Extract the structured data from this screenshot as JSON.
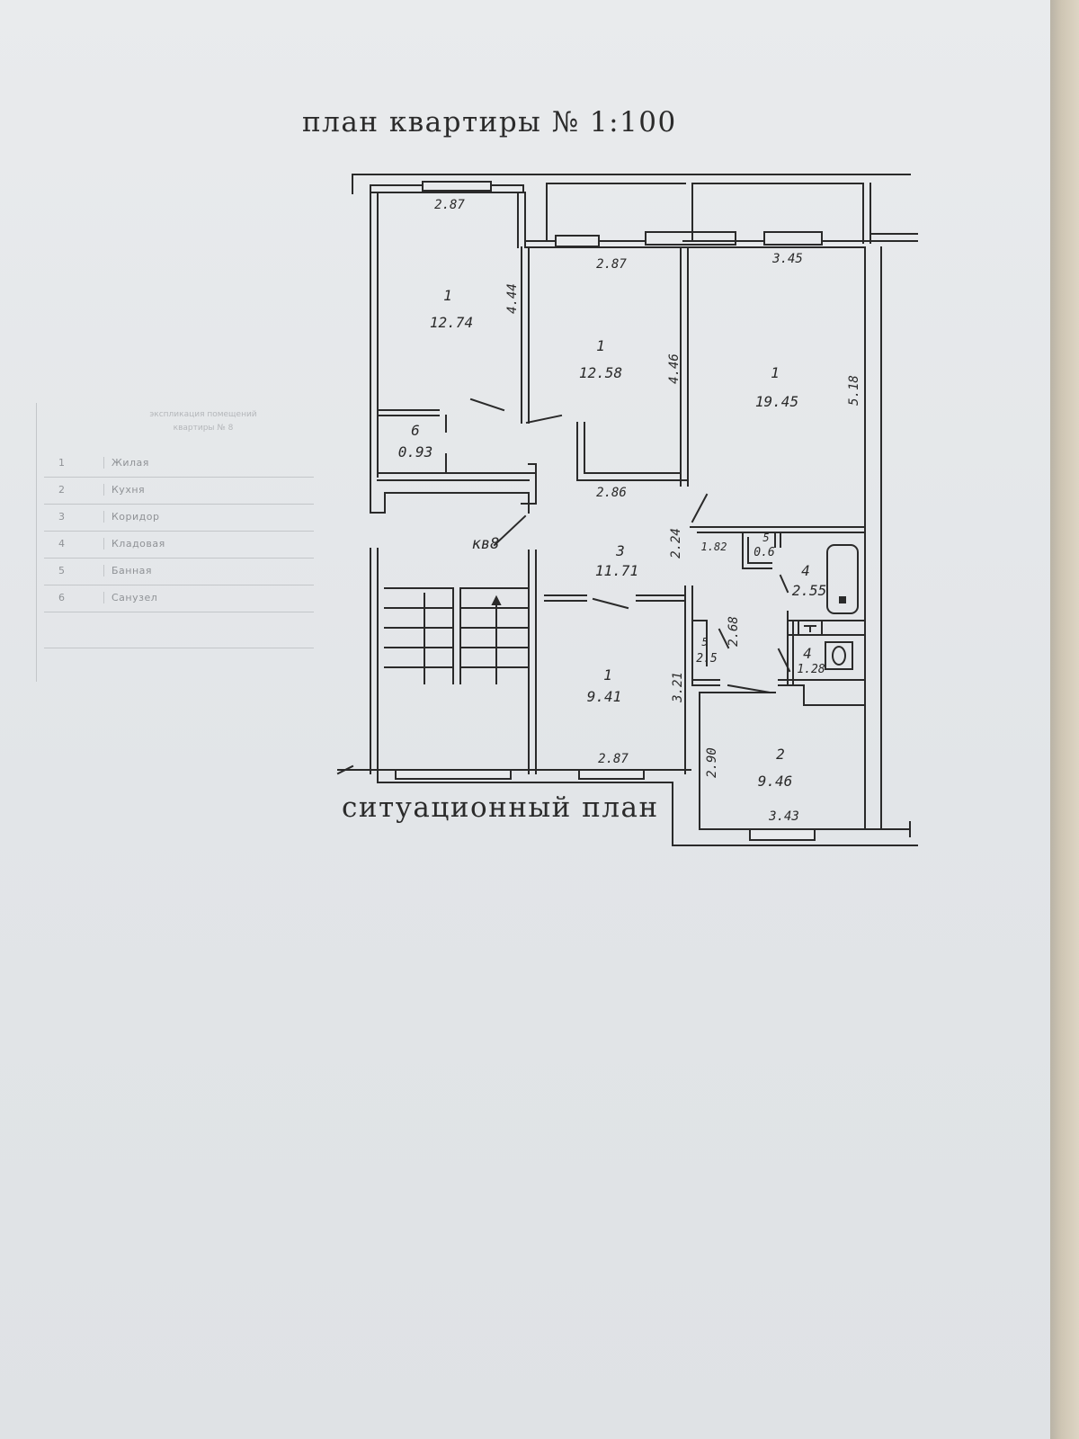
{
  "title": "план квартиры № 1:100",
  "subtitle": "ситуационный план",
  "apartment_label": "кв8",
  "legend": {
    "header": [
      "экспликация помещений",
      "квартиры № 8"
    ],
    "rows": [
      {
        "num": "1",
        "name": "Жилая"
      },
      {
        "num": "2",
        "name": "Кухня"
      },
      {
        "num": "3",
        "name": "Коридор"
      },
      {
        "num": "4",
        "name": "Кладовая"
      },
      {
        "num": "5",
        "name": "Банная"
      },
      {
        "num": "6",
        "name": "Санузел"
      }
    ]
  },
  "rooms": [
    {
      "num": "1",
      "area": "12.74"
    },
    {
      "num": "1",
      "area": "12.58"
    },
    {
      "num": "1",
      "area": "19.45"
    },
    {
      "num": "6",
      "area": "0.93"
    },
    {
      "num": "3",
      "area": "11.71"
    },
    {
      "num": "5",
      "area": "0.6"
    },
    {
      "num": "4",
      "area": "2.55"
    },
    {
      "num": "5",
      "area": "2.5"
    },
    {
      "num": "4",
      "area": "1.28"
    },
    {
      "num": "1",
      "area": "9.41"
    },
    {
      "num": "2",
      "area": "9.46"
    }
  ],
  "dimensions": [
    "2.87",
    "2.87",
    "3.45",
    "4.44",
    "4.46",
    "5.18",
    "2.86",
    "2.24",
    "1.82",
    "2.68",
    "3.21",
    "2.90",
    "2.87",
    "3.43"
  ]
}
